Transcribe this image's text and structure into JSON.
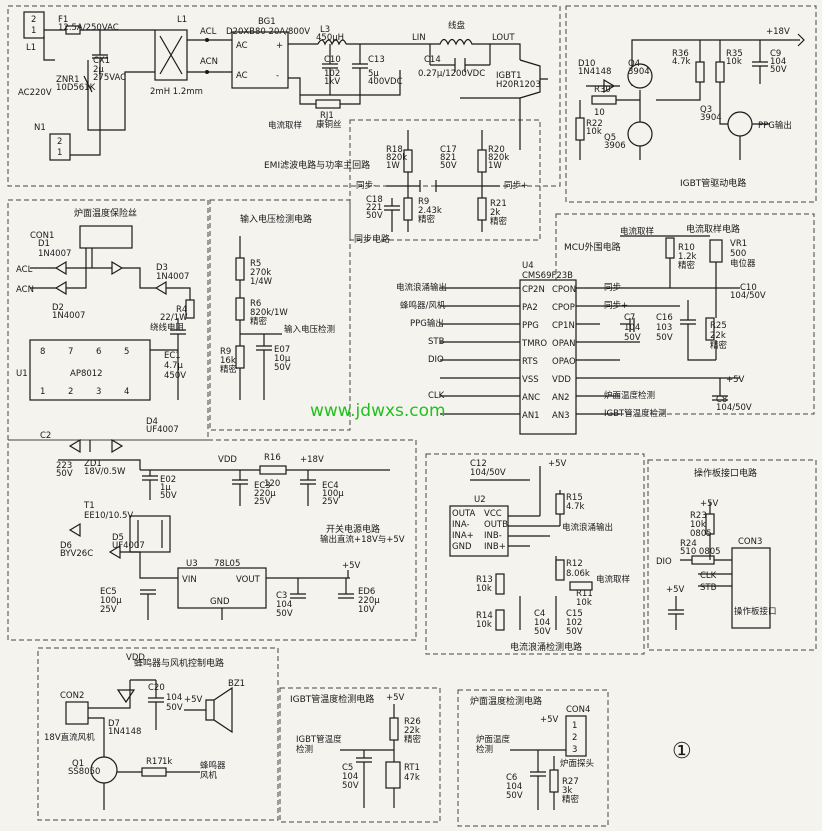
{
  "watermark": "www.jdwxs.com",
  "page_number": "①",
  "sections": {
    "emi": "EMI滤波电路与功率主回路",
    "igbt_drive": "IGBT管驱动电路",
    "sync": "同步电路",
    "fuse": "炉面温度保险丝",
    "vin_detect": "输入电压检测电路",
    "mcu": "MCU外围电路",
    "current_sample_circuit": "电流取样电路",
    "power": "开关电源电路",
    "power_note": "输出直流+18V与+5V",
    "current_detect": "电流浪涌检测电路",
    "panel_if": "操作板接口电路",
    "buzzer_fan": "蜂鸣器与风机控制电路",
    "igbt_temp": "IGBT管温度检测电路",
    "pan_temp": "炉面温度检测电路"
  },
  "labels": {
    "F1": "F1",
    "F1_val": "12.5A/250VAC",
    "L1": "L1",
    "AC": "AC220V",
    "N1": "N1",
    "CX1": "CX1",
    "CX1_val1": "2μ",
    "CX1_val2": "275VAC",
    "ZNR1": "ZNR1",
    "ZNR1_val": "10D561K",
    "L1b": "L1",
    "L1b_val": "2mH 1.2mm",
    "BG1": "BG1",
    "BG1_val": "D20XB80 20A/800V",
    "ACL": "ACL",
    "ACN": "ACN",
    "L3": "L3",
    "L3_val": "450μH",
    "C10": "C10",
    "C10_val": "102",
    "C10_v": "1kV",
    "C13": "C13",
    "C13_val": "5μ",
    "C13_v": "400VDC",
    "RJ1": "RJ1",
    "RJ1_val": "康铜丝",
    "cur_sample": "电流取样",
    "coil": "线盘",
    "LIN": "LIN",
    "LOUT": "LOUT",
    "C14": "C14",
    "C14_val": "0.27μ/1200VDC",
    "IGBT1": "IGBT1",
    "IGBT1_val": "H20R1203",
    "D10": "D10",
    "D10_val": "1N4148",
    "p18V": "+18V",
    "Q4": "Q4",
    "Q4_val": "3904",
    "R36": "R36",
    "R36_val": "4.7k",
    "R35": "R35",
    "R35_val": "10k",
    "C9": "C9",
    "C9_val": "104",
    "C9_v": "50V",
    "R30": "R30",
    "R30_val": "10",
    "R22": "R22",
    "R22_val": "10k",
    "Q5": "Q5",
    "Q5_val": "3906",
    "Q3": "Q3",
    "Q3_val": "3904",
    "PPG_out": "PPG输出",
    "R18": "R18",
    "R18_val": "820k",
    "R18_w": "1W",
    "C17": "C17",
    "C17_val": "821",
    "C17_v": "50V",
    "R20": "R20",
    "R20_val": "820k",
    "R20_w": "1W",
    "sync_m": "同步-",
    "sync_p": "同步+",
    "C18": "C18",
    "C18_val": "221",
    "C18_v": "50V",
    "R9": "R9",
    "R9_val": "2.43k",
    "R9_n": "精密",
    "R21": "R21",
    "R21_val": "2k",
    "R21_n": "精密",
    "CON1": "CON1",
    "D1": "D1",
    "D1_val": "1N4007",
    "D2": "D2",
    "D2_val": "1N4007",
    "D3": "D3",
    "D3_val": "1N4007",
    "R4": "R4",
    "R4_val": "22/1W",
    "R4_n": "绕线电阻",
    "U1": "U1",
    "U1_val": "AP8012",
    "EC1": "EC1",
    "EC1_val": "4.7μ",
    "EC1_v": "450V",
    "R5": "R5",
    "R5_val": "270k",
    "R5_w": "1/4W",
    "R6": "R6",
    "R6_val": "820k/1W",
    "R6_n": "精密",
    "R9b": "R9",
    "R9b_val": "16k",
    "R9b_n": "精密",
    "E07": "E07",
    "E07_val": "10μ",
    "E07_v": "50V",
    "vin_out": "输入电压检测",
    "U4": "U4",
    "U4_val": "CMS69F23B",
    "cur_sample2": "电流取样",
    "R10": "R10",
    "R10_val": "1.2k",
    "R10_n": "精密",
    "VR1": "VR1",
    "VR1_val": "500",
    "VR1_n": "电位器",
    "C10b": "C10",
    "C10b_val": "104/50V",
    "C16": "C16",
    "C16_val": "103",
    "C16_v": "50V",
    "R25": "R25",
    "R25_val": "22k",
    "R25_n": "精密",
    "C7": "C7",
    "C7_val": "104",
    "C7_v": "50V",
    "p5V": "+5V",
    "C8": "C8",
    "C8_val": "104/50V",
    "surge_out": "电流浪涌输出",
    "buzzer_fan": "蜂鸣器/风机",
    "ppg": "PPG输出",
    "stb": "STB",
    "dio": "DIO",
    "clk": "CLK",
    "anc": "ANC",
    "pan_det": "炉面温度检测",
    "igbt_det": "IGBT管温度检测",
    "C2": "C2",
    "C2_val": "223",
    "C2_v": "50V",
    "ZD1": "ZD1",
    "ZD1_val": "18V/0.5W",
    "D4": "D4",
    "D4_val": "UF4007",
    "E02": "E02",
    "E02_val": "1μ",
    "E02_v": "50V",
    "VDD": "VDD",
    "R16": "R16",
    "R16_val": "120",
    "EC3": "EC3",
    "EC3_val": "220μ",
    "EC3_v": "25V",
    "EC4": "EC4",
    "EC4_val": "100μ",
    "EC4_v": "25V",
    "T1": "T1",
    "T1_val": "EE10/10.5V",
    "D6": "D6",
    "D6_val": "BYV26C",
    "D5": "D5",
    "D5_val": "UF4007",
    "U3": "U3",
    "U3_val": "78L05",
    "VIN": "VIN",
    "VOUT": "VOUT",
    "GND": "GND",
    "EC5": "EC5",
    "EC5_val": "100μ",
    "EC5_v": "25V",
    "C3": "C3",
    "C3_val": "104",
    "C3_v": "50V",
    "ED6": "ED6",
    "ED6_val": "220μ",
    "ED6_v": "10V",
    "C12": "C12",
    "C12_val": "104/50V",
    "U2": "U2",
    "R15": "R15",
    "R15_val": "4.7k",
    "R12": "R12",
    "R12_val": "8.06k",
    "R11": "R11",
    "R11_val": "10k",
    "R13": "R13",
    "R13_val": "10k",
    "R14": "R14",
    "R14_val": "10k",
    "C4": "C4",
    "C4_val": "104",
    "C4_v": "50V",
    "C15": "C15",
    "C15_val": "102",
    "C15_v": "50V",
    "cur_sample3": "电流取样",
    "R23": "R23",
    "R23_val": "10k",
    "R23_n": "0805",
    "R24": "R24",
    "R24_val": "510 0805",
    "CON3": "CON3",
    "panel_lbl": "操作板接口",
    "VDD2": "VDD",
    "CON2": "CON2",
    "fan18": "18V直流风机",
    "D7": "D7",
    "D7_val": "1N4148",
    "C20": "C20",
    "C20_val": "104",
    "C20_v": "50V",
    "BZ1": "BZ1",
    "Q1": "Q1",
    "Q1_val": "SS8050",
    "R17": "R17",
    "R17_val": "1k",
    "buzz_in": "蜂鸣器",
    "buzz_in2": "风机",
    "R26": "R26",
    "R26_val": "22k",
    "R26_n": "精密",
    "igbt_tdet": "IGBT管温度",
    "igbt_tdet2": "检测",
    "C5": "C5",
    "C5_val": "104",
    "C5_v": "50V",
    "RT1": "RT1",
    "RT1_val": "47k",
    "CON4": "CON4",
    "pan_tdet": "炉面温度",
    "pan_tdet2": "检测",
    "pan_probe": "炉面探头",
    "C6": "C6",
    "C6_val": "104",
    "C6_v": "50V",
    "R27": "R27",
    "R27_val": "3k",
    "R27_n": "精密"
  },
  "u4_pins_left": [
    "CP2N",
    "PA2",
    "PPG",
    "TMRO",
    "RTS",
    "VSS",
    "ANC",
    "AN1"
  ],
  "u4_pins_right": [
    "CPON",
    "CPOP",
    "CP1N",
    "OPAN",
    "OPAO",
    "VDD",
    "AN2",
    "AN3"
  ],
  "u2_pins_left": [
    "OUTA",
    "INA-",
    "INA+",
    "GND"
  ],
  "u2_pins_right": [
    "VCC",
    "OUTB",
    "INB-",
    "INB+"
  ],
  "u1_pins": [
    "8",
    "7",
    "6",
    "5",
    "1",
    "2",
    "3",
    "4"
  ],
  "con3_pins": [
    "DIO",
    "CLK",
    "STB"
  ],
  "con4_pins": [
    "1",
    "2",
    "3"
  ]
}
